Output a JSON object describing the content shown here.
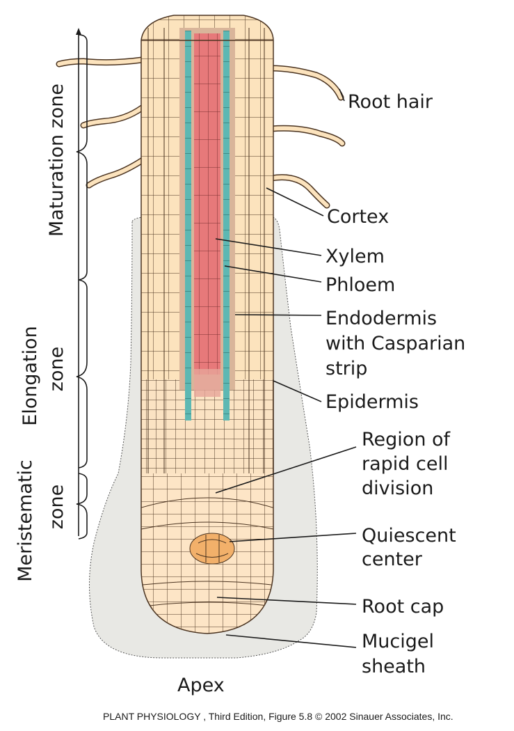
{
  "labels": {
    "root_hair": "Root hair",
    "cortex": "Cortex",
    "xylem": "Xylem",
    "phloem": "Phloem",
    "endodermis_1": "Endodermis",
    "endodermis_2": "with Casparian",
    "endodermis_3": "strip",
    "epidermis": "Epidermis",
    "rapid_1": "Region of",
    "rapid_2": "rapid cell",
    "rapid_3": "division",
    "quiescent_1": "Quiescent",
    "quiescent_2": "center",
    "root_cap": "Root cap",
    "mucigel_1": "Mucigel",
    "mucigel_2": "sheath",
    "apex": "Apex"
  },
  "zones": {
    "maturation": "Maturation zone",
    "elongation_1": "Elongation",
    "elongation_2": "zone",
    "meristematic_1": "Meristematic",
    "meristematic_2": "zone"
  },
  "credit": "PLANT PHYSIOLOGY , Third Edition, Figure 5.8  © 2002 Sinauer Associates, Inc.",
  "colors": {
    "mucigel": "#e8e8e4",
    "epidermis_cortex": "#fce3bd",
    "cortex_light": "#fbe7c9",
    "pericycle": "#d9b59a",
    "phloem_endodermis": "#5db8b3",
    "xylem": "#e7797a",
    "quiescent": "#f2b06a",
    "outline": "#4a3320"
  }
}
